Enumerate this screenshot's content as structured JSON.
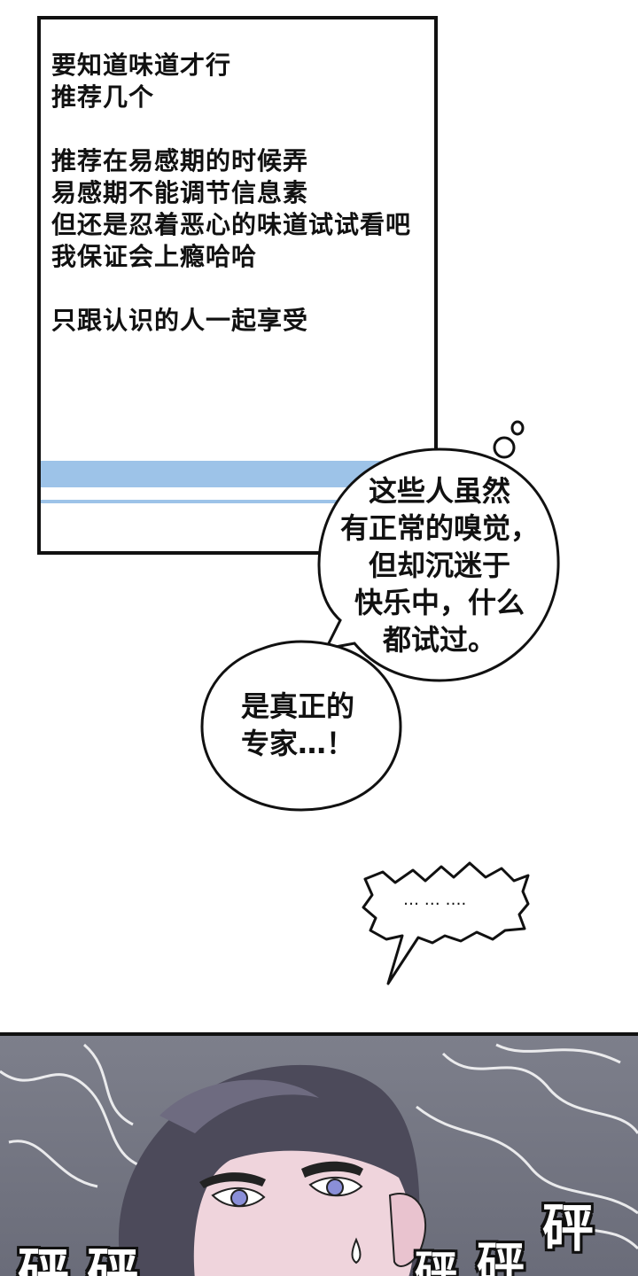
{
  "screen_post": {
    "lines_a": [
      "要知道味道才行",
      "推荐几个"
    ],
    "lines_b": [
      "推荐在易感期的时候弄",
      "易感期不能调节信息素",
      "但还是忍着恶心的味道试试看吧",
      "我保证会上瘾哈哈"
    ],
    "lines_c": [
      "只跟认识的人一起享受"
    ],
    "stripe_color": "#9dc3e8"
  },
  "bubble_thought": {
    "lines": [
      "这些人虽然",
      "有正常的嗅觉，",
      "但却沉迷于",
      "快乐中，什么",
      "都试过。"
    ]
  },
  "bubble_speech": {
    "lines": [
      "是真正的",
      "专家…！"
    ]
  },
  "bubble_spiky": {
    "text": "… … …."
  },
  "sfx": {
    "left": "砰 砰",
    "right_1": "砰",
    "right_2": "砰",
    "right_3": "砰"
  }
}
